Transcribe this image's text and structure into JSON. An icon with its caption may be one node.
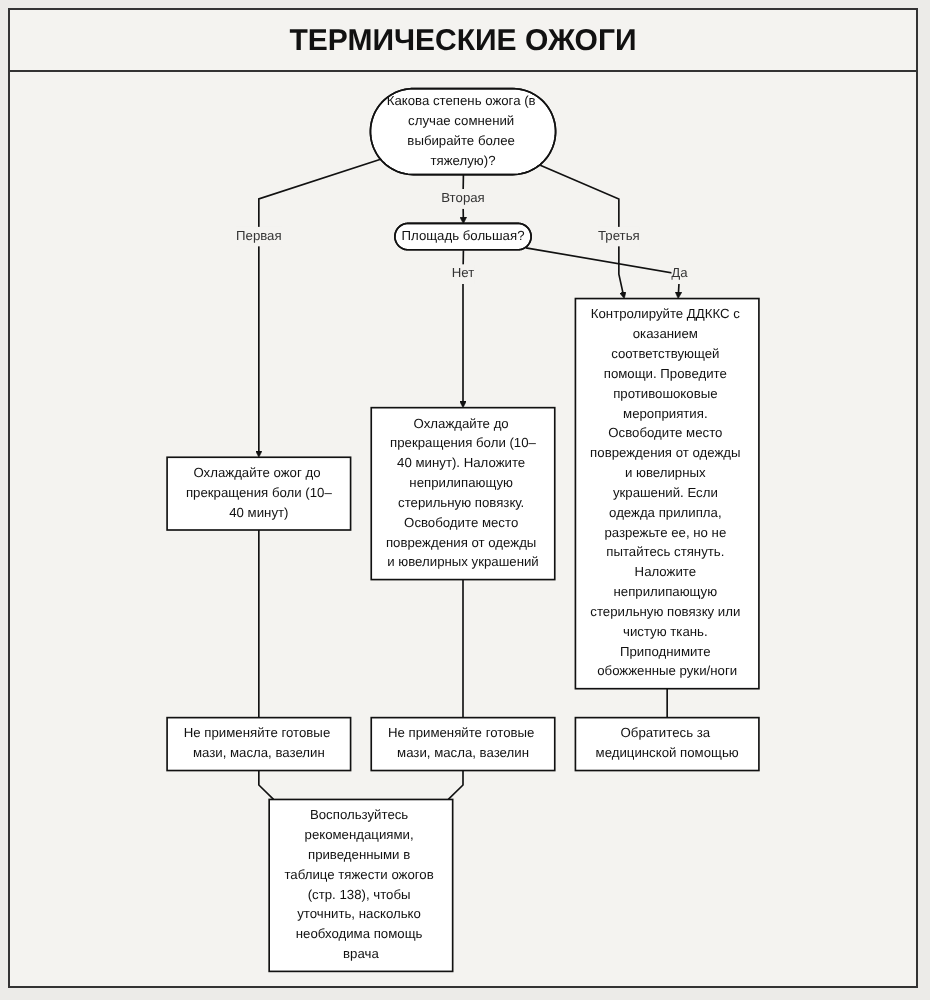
{
  "diagram": {
    "title": "ТЕРМИЧЕСКИЕ ОЖОГИ",
    "nodes": [
      {
        "text": [
          "Какова степень ожога (в случае сомнений выбирайте более тяжелую)?"
        ]
      },
      {
        "text": [
          "Охлаждайте ожог до прекращения боли (10–40 минут)"
        ]
      },
      {
        "text": [
          "Площадь большая?"
        ]
      },
      {
        "text": [
          "Не применяйте готовые мази, масла, вазелин"
        ]
      },
      {
        "text": [
          "Контролируйте ДДККС с оказанием соответствующей помощи. Проведите противошоковые мероприятия. Освободите место повреждения от одежды и ювелирных украшений. Если одежда прилипла, разрежьте ее, но не пытайтесь стянуть. Наложите неприлипающую стерильную повязку или чистую ткань. Приподнимите обожженные руки/ноги"
        ]
      },
      {
        "text": [
          "Охлаждайте до прекращения боли (10–40 минут). Наложите неприлипающую стерильную повязку. Освободите место повреждения от одежды и ювелирных украшений"
        ]
      },
      {
        "text": [
          "Не применяйте готовые мази, масла, вазелин"
        ]
      },
      {
        "text": [
          "Обратитесь за медицинской помощью"
        ]
      },
      {
        "text": [
          "Воспользуйтесь рекомендациями, приведенными в таблице тяжести ожогов (стр. 138), чтобы уточнить, насколько необходима помощь врача"
        ]
      }
    ],
    "edges": [
      {
        "from": 0,
        "to": 1,
        "label": "Первая",
        "arrow": "to"
      },
      {
        "from": 0,
        "to": 4,
        "label": "Третья",
        "arrow": "to"
      },
      {
        "from": 0,
        "to": 2,
        "label": "Вторая",
        "arrow": "to"
      },
      {
        "from": 2,
        "to": 5,
        "label": "Нет",
        "arrow": "to"
      },
      {
        "from": 2,
        "to": 4,
        "label": "Да",
        "arrow": "to"
      },
      {
        "from": 1,
        "to": 3,
        "arrow": "none"
      },
      {
        "from": 3,
        "to": 8,
        "arrow": "none"
      },
      {
        "from": 5,
        "to": 6,
        "arrow": "none"
      },
      {
        "from": 6,
        "to": 8,
        "arrow": "none"
      },
      {
        "from": 4,
        "to": 7,
        "arrow": "none"
      }
    ]
  }
}
